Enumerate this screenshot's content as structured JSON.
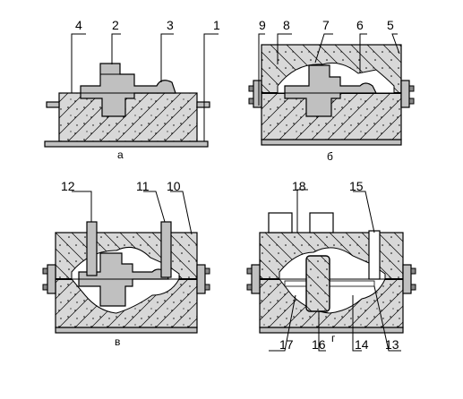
{
  "figure": {
    "panels": [
      {
        "id": "a",
        "caption": "а",
        "labels": [
          "4",
          "2",
          "3",
          "1"
        ]
      },
      {
        "id": "b",
        "caption": "б",
        "labels": [
          "9",
          "8",
          "7",
          "6",
          "5"
        ]
      },
      {
        "id": "c",
        "caption": "в",
        "labels": [
          "12",
          "11",
          "10"
        ]
      },
      {
        "id": "d",
        "caption": "г",
        "labels": [
          "18",
          "15",
          "17",
          "16",
          "14",
          "13"
        ]
      }
    ]
  },
  "colors": {
    "fill_gray": "#c0c0c0",
    "pattern_gray": "#d8d8d8",
    "line": "#000000",
    "background": "#ffffff"
  }
}
